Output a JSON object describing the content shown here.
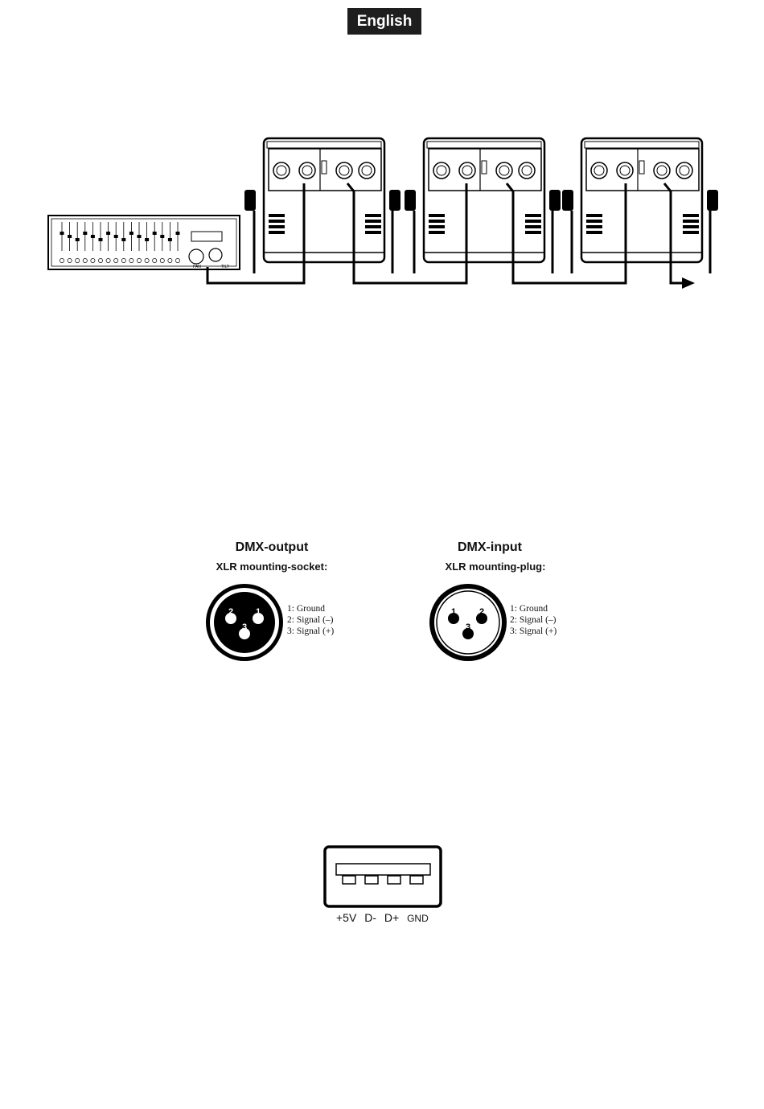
{
  "header": {
    "language": "English"
  },
  "dmx_output": {
    "title": "DMX-output",
    "subtitle": "XLR mounting-socket:",
    "pin_numbers": [
      "2",
      "1",
      "3"
    ],
    "pins": [
      "1: Ground",
      "2: Signal (–)",
      "3: Signal (+)"
    ]
  },
  "dmx_input": {
    "title": "DMX-input",
    "subtitle": "XLR mounting-plug:",
    "pin_numbers": [
      "1",
      "2",
      "3"
    ],
    "pins": [
      "1: Ground",
      "2: Signal (–)",
      "3: Signal (+)"
    ]
  },
  "usb": {
    "pins": [
      "+5V",
      "D-",
      "D+",
      "GND"
    ]
  },
  "controller": {
    "labels": [
      "PAN",
      "TILT"
    ]
  }
}
